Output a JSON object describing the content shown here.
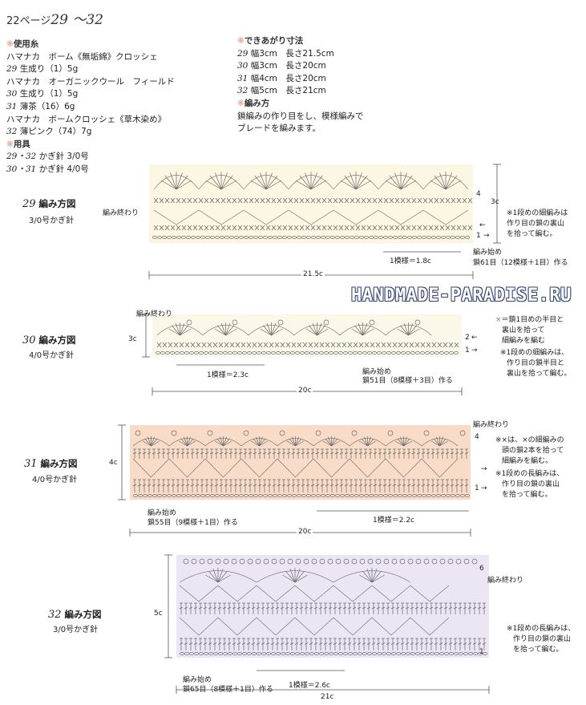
{
  "header": {
    "page": "22ページ",
    "range": "29 ～32"
  },
  "materials": {
    "yarn_head": "使用糸",
    "lines": [
      {
        "plain": "ハマナカ　ボーム《無垢綿》クロッシェ"
      },
      {
        "num": "29",
        "plain": " 生成り（1）5g"
      },
      {
        "plain": "ハマナカ　オーガニックウール　フィールド"
      },
      {
        "num": "30",
        "plain": " 生成り（1）5g"
      },
      {
        "num": "31",
        "plain": " 薄茶（16）6g"
      },
      {
        "plain": "ハマナカ　ボームクロッシェ《草木染め》"
      },
      {
        "num": "32",
        "plain": " 薄ピンク（74）7g"
      }
    ],
    "tools_head": "用具",
    "tools": [
      {
        "num": "29・32",
        "plain": " かぎ針 3/0号"
      },
      {
        "num": "30・31",
        "plain": " かぎ針 4/0号"
      }
    ]
  },
  "finished": {
    "head": "できあがり寸法",
    "lines": [
      {
        "num": "29",
        "plain": " 幅3cm　長さ21.5cm"
      },
      {
        "num": "30",
        "plain": " 幅3cm　長さ20cm"
      },
      {
        "num": "31",
        "plain": " 幅4cm　長さ20cm"
      },
      {
        "num": "32",
        "plain": " 幅5cm　長さ21cm"
      }
    ],
    "method_head": "編み方",
    "method": [
      "鎖編みの作り目をし、模様編みで",
      "ブレードを編みます。"
    ]
  },
  "watermark": "HANDMADE-PARADISE.RU",
  "diagrams": [
    {
      "num": "29",
      "title": " 編み方図",
      "hook": "3/0号かぎ針",
      "end": "編み終わり",
      "start": "編み始め",
      "start_detail": "鎖61目（12模様＋1目）作る",
      "repeat": "1模様＝1.8c",
      "width": "21.5c",
      "height": "3c",
      "rows": [
        "4",
        "1"
      ],
      "note": [
        "※1段めの細編みは",
        "作り目の鎖の裏山",
        "を拾って編む。"
      ]
    },
    {
      "num": "30",
      "title": " 編み方図",
      "hook": "4/0号かぎ針",
      "end": "編み終わり",
      "start": "編み始め",
      "start_detail": "鎖51目（8模様＋3目）作る",
      "repeat": "1模様＝2.3c",
      "width": "20c",
      "height": "3c",
      "rows": [
        "2",
        "1"
      ],
      "note_a": [
        "＝鎖1目めの半目と",
        "裏山を拾って",
        "細編みを編む"
      ],
      "note": [
        "※1段めの細編みは、",
        "作り目の鎖半目と",
        "裏山を拾って編む。"
      ]
    },
    {
      "num": "31",
      "title": " 編み方図",
      "hook": "4/0号かぎ針",
      "end": "編み終わり",
      "start": "編み始め",
      "start_detail": "鎖55目（9模様＋1目）作る",
      "repeat": "1模様＝2.2c",
      "width": "20c",
      "height": "4c",
      "rows": [
        "4",
        "1"
      ],
      "note_a": [
        "※×は、×の細編みの",
        "頭の鎖2本を拾って",
        "細編みを編む。"
      ],
      "note": [
        "※1段めの長編みは、",
        "作り目の鎖の裏山",
        "を拾って編む。"
      ]
    },
    {
      "num": "32",
      "title": " 編み方図",
      "hook": "3/0号かぎ針",
      "end": "編み終わり",
      "start": "編み始め",
      "start_detail": "鎖65目（8模様＋1目）作る",
      "repeat": "1模様＝2.6c",
      "width": "21c",
      "height": "5c",
      "rows": [
        "6",
        "1"
      ],
      "note": [
        "※1段めの長編みは、",
        "作り目の鎖の裏山",
        "を拾って編む。"
      ]
    }
  ],
  "colors": {
    "d29": "#fbf7e3",
    "d30": "#fbf8ea",
    "d31": "#f9dcc8",
    "d32": "#ece6f4",
    "stitch": "#6b6b6b"
  }
}
